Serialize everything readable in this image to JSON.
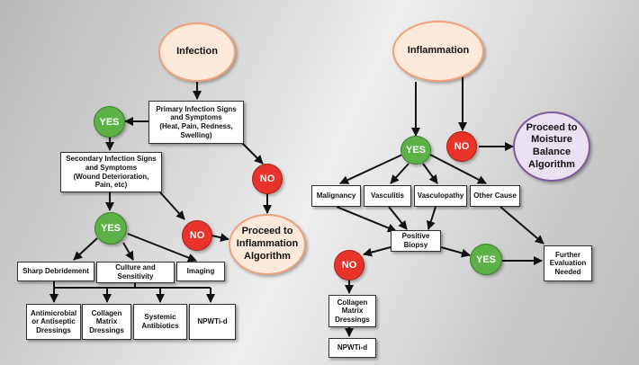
{
  "colors": {
    "node_orange_fill": "#fde9d9",
    "node_orange_border": "#f0a07a",
    "node_purple_fill": "#e9e1ef",
    "node_purple_border": "#7f5a9a",
    "yes": "#5cb247",
    "no": "#e8332a",
    "box_fill": "#ffffff",
    "connector": "#111111"
  },
  "left": {
    "infection": "Infection",
    "primary_signs": "Primary Infection Signs\nand Symptoms\n(Heat, Pain, Redness,\nSwelling)",
    "yes_1": "YES",
    "no_1": "NO",
    "secondary_signs": "Secondary Infection Signs\nand Symptoms\n(Wound Deterioration,\nPain, etc)",
    "yes_2": "YES",
    "no_2": "NO",
    "proceed_inflammation": "Proceed to\nInflammation\nAlgorithm",
    "sharp_debridement": "Sharp Debridement",
    "culture_sensitivity": "Culture and\nSensitivity",
    "imaging": "Imaging",
    "antimicrobial": "Antimicrobial\nor Antiseptic\nDressings",
    "collagen_matrix": "Collagen\nMatrix\nDressings",
    "systemic_antibiotics": "Systemic\nAntibiotics",
    "npwti_d": "NPWTi-d"
  },
  "right": {
    "inflammation": "Inflammation",
    "yes": "YES",
    "no": "NO",
    "proceed_moisture": "Proceed to\nMoisture Balance\nAlgorithm",
    "malignancy": "Malignancy",
    "vasculitis": "Vasculitis",
    "vasculopathy": "Vasculopathy",
    "other_cause": "Other Cause",
    "positive_biopsy": "Positive\nBiopsy",
    "no_biopsy": "NO",
    "yes_biopsy": "YES",
    "further_evaluation": "Further\nEvaluation\nNeeded",
    "collagen_matrix": "Collagen\nMatrix\nDressings",
    "npwti_d": "NPWTi-d"
  }
}
